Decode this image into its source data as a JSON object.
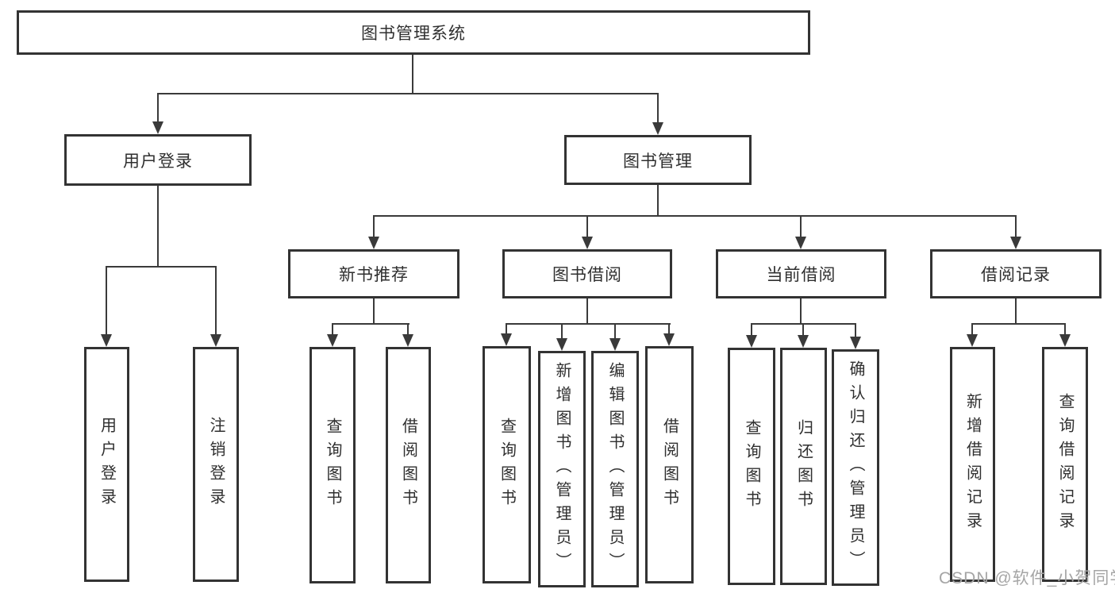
{
  "tree": {
    "root": {
      "label": "图书管理系统",
      "children": [
        {
          "label": "用户登录",
          "children": [
            {
              "label": "用户登录"
            },
            {
              "label": "注销登录"
            }
          ]
        },
        {
          "label": "图书管理",
          "children": [
            {
              "label": "新书推荐",
              "children": [
                {
                  "label": "查询图书"
                },
                {
                  "label": "借阅图书"
                }
              ]
            },
            {
              "label": "图书借阅",
              "children": [
                {
                  "label": "查询图书"
                },
                {
                  "label": "新增图书（管理员）"
                },
                {
                  "label": "编辑图书（管理员）"
                },
                {
                  "label": "借阅图书"
                }
              ]
            },
            {
              "label": "当前借阅",
              "children": [
                {
                  "label": "查询图书"
                },
                {
                  "label": "归还图书"
                },
                {
                  "label": "确认归还（管理员）"
                }
              ]
            },
            {
              "label": "借阅记录",
              "children": [
                {
                  "label": "新增借阅记录"
                },
                {
                  "label": "查询借阅记录"
                }
              ]
            }
          ]
        }
      ]
    }
  },
  "watermark": {
    "text": "CSDN @软件_小贺同学"
  },
  "colors": {
    "line": "#3a3a3a",
    "box_border": "#333333",
    "text": "#2f2f2f",
    "background": "#ffffff",
    "watermark": "#a5a5a5"
  }
}
